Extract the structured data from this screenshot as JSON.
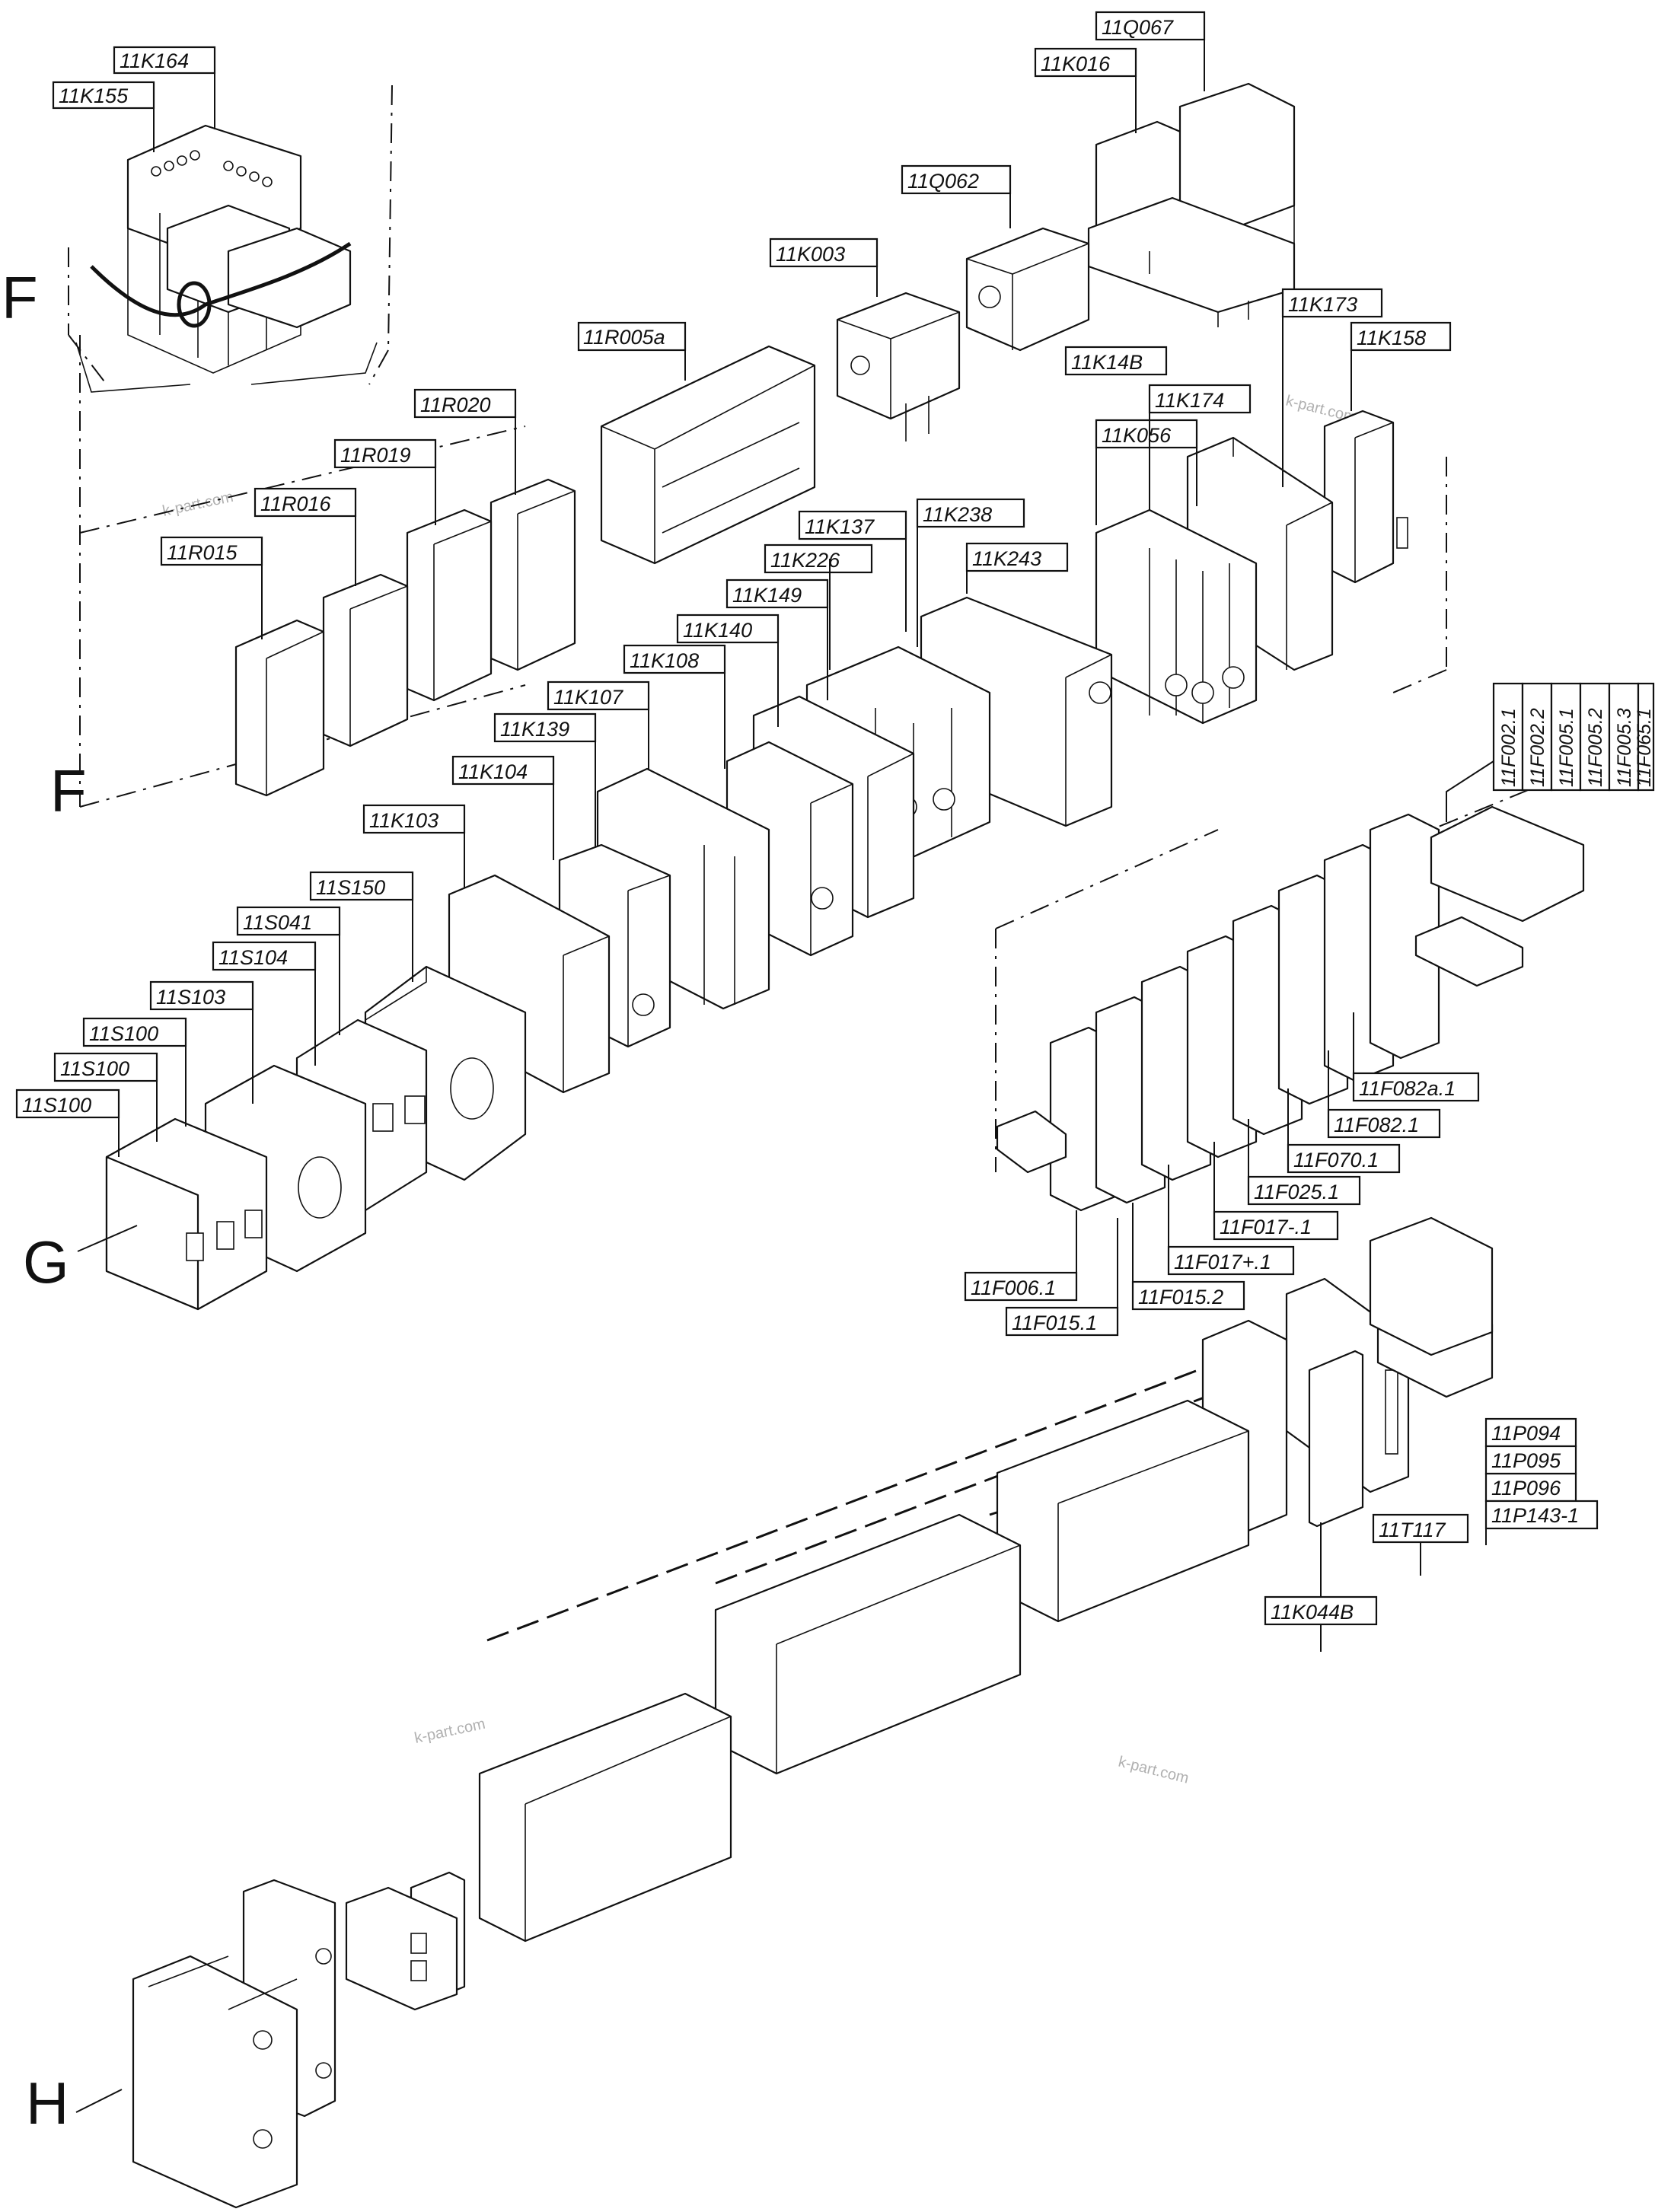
{
  "sections": {
    "f_top": "F",
    "f_mid": "F",
    "g": "G",
    "h": "H"
  },
  "watermarks": [
    "k-part.com",
    "k-part.com",
    "k-part.com",
    "k-part.com"
  ],
  "callouts": {
    "k164": "11K164",
    "k155": "11K155",
    "q067": "11Q067",
    "k016": "11K016",
    "q062": "11Q062",
    "k003": "11K003",
    "r005a": "11R005a",
    "r020": "11R020",
    "r019": "11R019",
    "r016": "11R016",
    "r015": "11R015",
    "k173": "11K173",
    "k158": "11K158",
    "k14b": "11K14B",
    "k174": "11K174",
    "k056": "11K056",
    "k137": "11K137",
    "k238": "11K238",
    "k226": "11K226",
    "k243": "11K243",
    "k149": "11K149",
    "k140": "11K140",
    "k108": "11K108",
    "k107": "11K107",
    "k139": "11K139",
    "k104": "11K104",
    "k103": "11K103",
    "s150": "11S150",
    "s041": "11S041",
    "s104": "11S104",
    "s103": "11S103",
    "s100a": "11S100",
    "s100b": "11S100",
    "s100c": "11S100",
    "f082a": "11F082a.1",
    "f082": "11F082.1",
    "f070": "11F070.1",
    "f025": "11F025.1",
    "f017m": "11F017-.1",
    "f017p": "11F017+.1",
    "f006": "11F006.1",
    "f0152": "11F015.2",
    "f0151": "11F015.1",
    "t117": "11T117",
    "k044b": "11K044B"
  },
  "vertical_labels": [
    "11F002.1",
    "11F002.2",
    "11F005.1",
    "11F005.2",
    "11F005.3",
    "11F065.1"
  ],
  "stacked_labels": [
    "11P094",
    "11P095",
    "11P096",
    "11P143-1"
  ]
}
